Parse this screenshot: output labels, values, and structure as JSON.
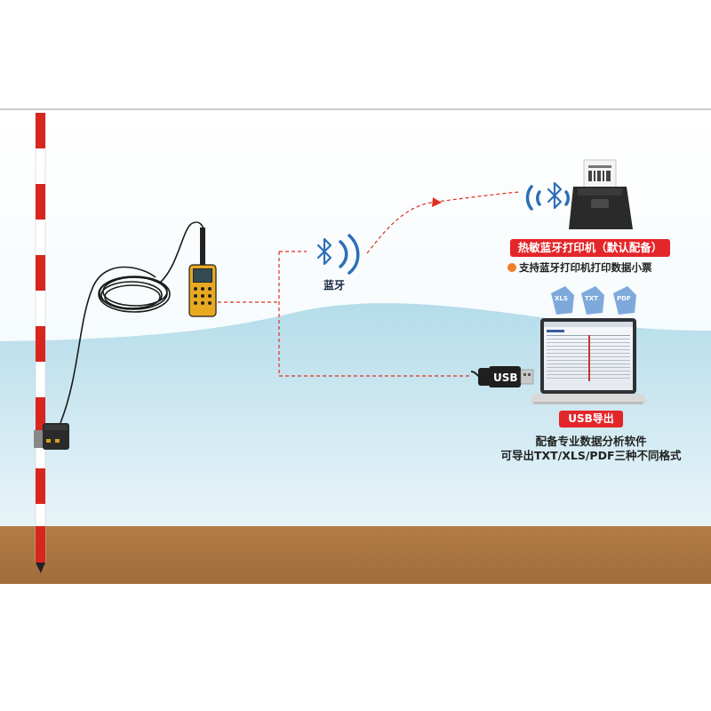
{
  "bluetooth": {
    "label": "蓝牙"
  },
  "printer": {
    "badge": "热敏蓝牙打印机（默认配备）",
    "note": "支持蓝牙打印机打印数据小票"
  },
  "usb": {
    "plug_text": "USB",
    "badge": "USB导出",
    "line1": "配备专业数据分析软件",
    "line2": "可导出TXT/XLS/PDF三种不同格式"
  },
  "file_icons": [
    "XLS",
    "TXT",
    "PDF"
  ],
  "colors": {
    "water": "#bcdfec",
    "soil": "#b07a45",
    "pole_red": "#d8261f",
    "badge_red": "#e3262a",
    "link_red": "#e03020",
    "bluetooth_blue": "#2c6fb7",
    "dot_orange": "#f07d2a"
  }
}
